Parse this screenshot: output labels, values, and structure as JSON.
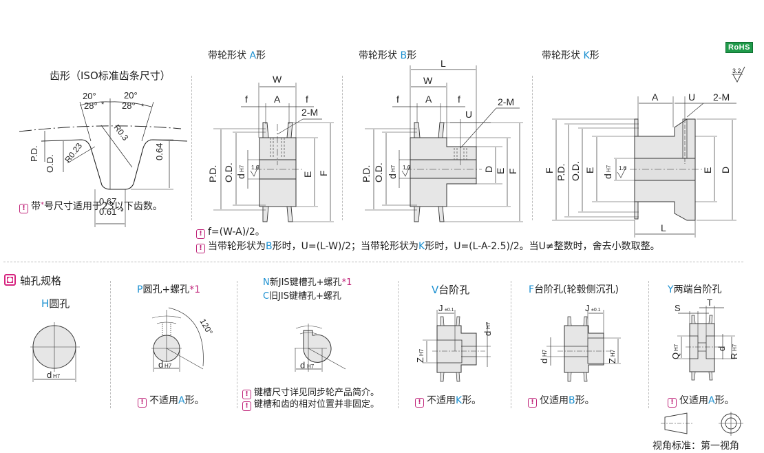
{
  "badges": {
    "rohs": "RoHS",
    "surface_roughness": "3.2"
  },
  "tooth_profile": {
    "title": "齿形（ISO标准齿条尺寸）",
    "angle_left": "20°",
    "angle_left_alt": "28°",
    "angle_right": "20°",
    "angle_right_alt": "28°",
    "asterisk": "*",
    "pd_label": "P.D.",
    "od_label": "O.D.",
    "r_small": "R0.23",
    "r_large": "R0.3",
    "depth": "0.64",
    "width_main": "0.67",
    "width_alt": "0.61",
    "note_prefix": "带",
    "note_suffix": "号尺寸适用于23以下齿数。"
  },
  "shapes": [
    {
      "prefix": "带轮形状  ",
      "code": "A",
      "suffix": "形"
    },
    {
      "prefix": "带轮形状  ",
      "code": "B",
      "suffix": "形"
    },
    {
      "prefix": "带轮形状  ",
      "code": "K",
      "suffix": "形"
    }
  ],
  "dims": {
    "W": "W",
    "A": "A",
    "f": "f",
    "L": "L",
    "U": "U",
    "M": "2-M",
    "PD": "P.D.",
    "OD": "O.D.",
    "d": "d",
    "H7": "H7",
    "E": "E",
    "F": "F",
    "D": "D",
    "roughness": "1.6",
    "J": "J",
    "J_tol": "±0.1",
    "Z": "Z",
    "S": "S",
    "T": "T",
    "Q": "Q",
    "R": "R"
  },
  "notes": {
    "formula_f": "f=(W-A)/2。",
    "formula_u": {
      "p1": "当带轮形状为",
      "b": "B",
      "p2": "形时，U=(L-W)/2；当带轮形状为",
      "k": "K",
      "p3": "形时，U=(L-A-2.5)/2。当U≠整数时，舍去小数取整。"
    }
  },
  "bore_spec": {
    "title": "轴孔规格",
    "items": [
      {
        "code": "H",
        "name": "圆孔",
        "footnote": "",
        "notes": []
      },
      {
        "code": "P",
        "name": "圆孔+螺孔",
        "footnote": "*1",
        "angle": "120°",
        "notes": [
          {
            "p1": "不适用",
            "code": "A",
            "p2": "形。"
          }
        ]
      },
      {
        "code": "N",
        "name": "新JIS键槽孔+螺孔",
        "footnote": "*1",
        "code2": "C",
        "name2": "旧JIS键槽孔+螺孔",
        "notes": [
          {
            "text": "键槽尺寸详见同步轮产品简介。"
          },
          {
            "text": "键槽和齿的相对位置并非固定。"
          }
        ]
      },
      {
        "code": "V",
        "name": "台阶孔",
        "notes": [
          {
            "p1": "不适用",
            "code": "K",
            "p2": "形。"
          }
        ]
      },
      {
        "code": "F",
        "name": "台阶孔(轮毂侧沉孔)",
        "notes": [
          {
            "p1": "仅适用",
            "code": "B",
            "p2": "形。"
          }
        ]
      },
      {
        "code": "Y",
        "name": "两端台阶孔",
        "notes": [
          {
            "p1": "仅适用",
            "code": "A",
            "p2": "形。"
          }
        ]
      }
    ]
  },
  "projection": {
    "label": "视角标准：第一视角"
  }
}
